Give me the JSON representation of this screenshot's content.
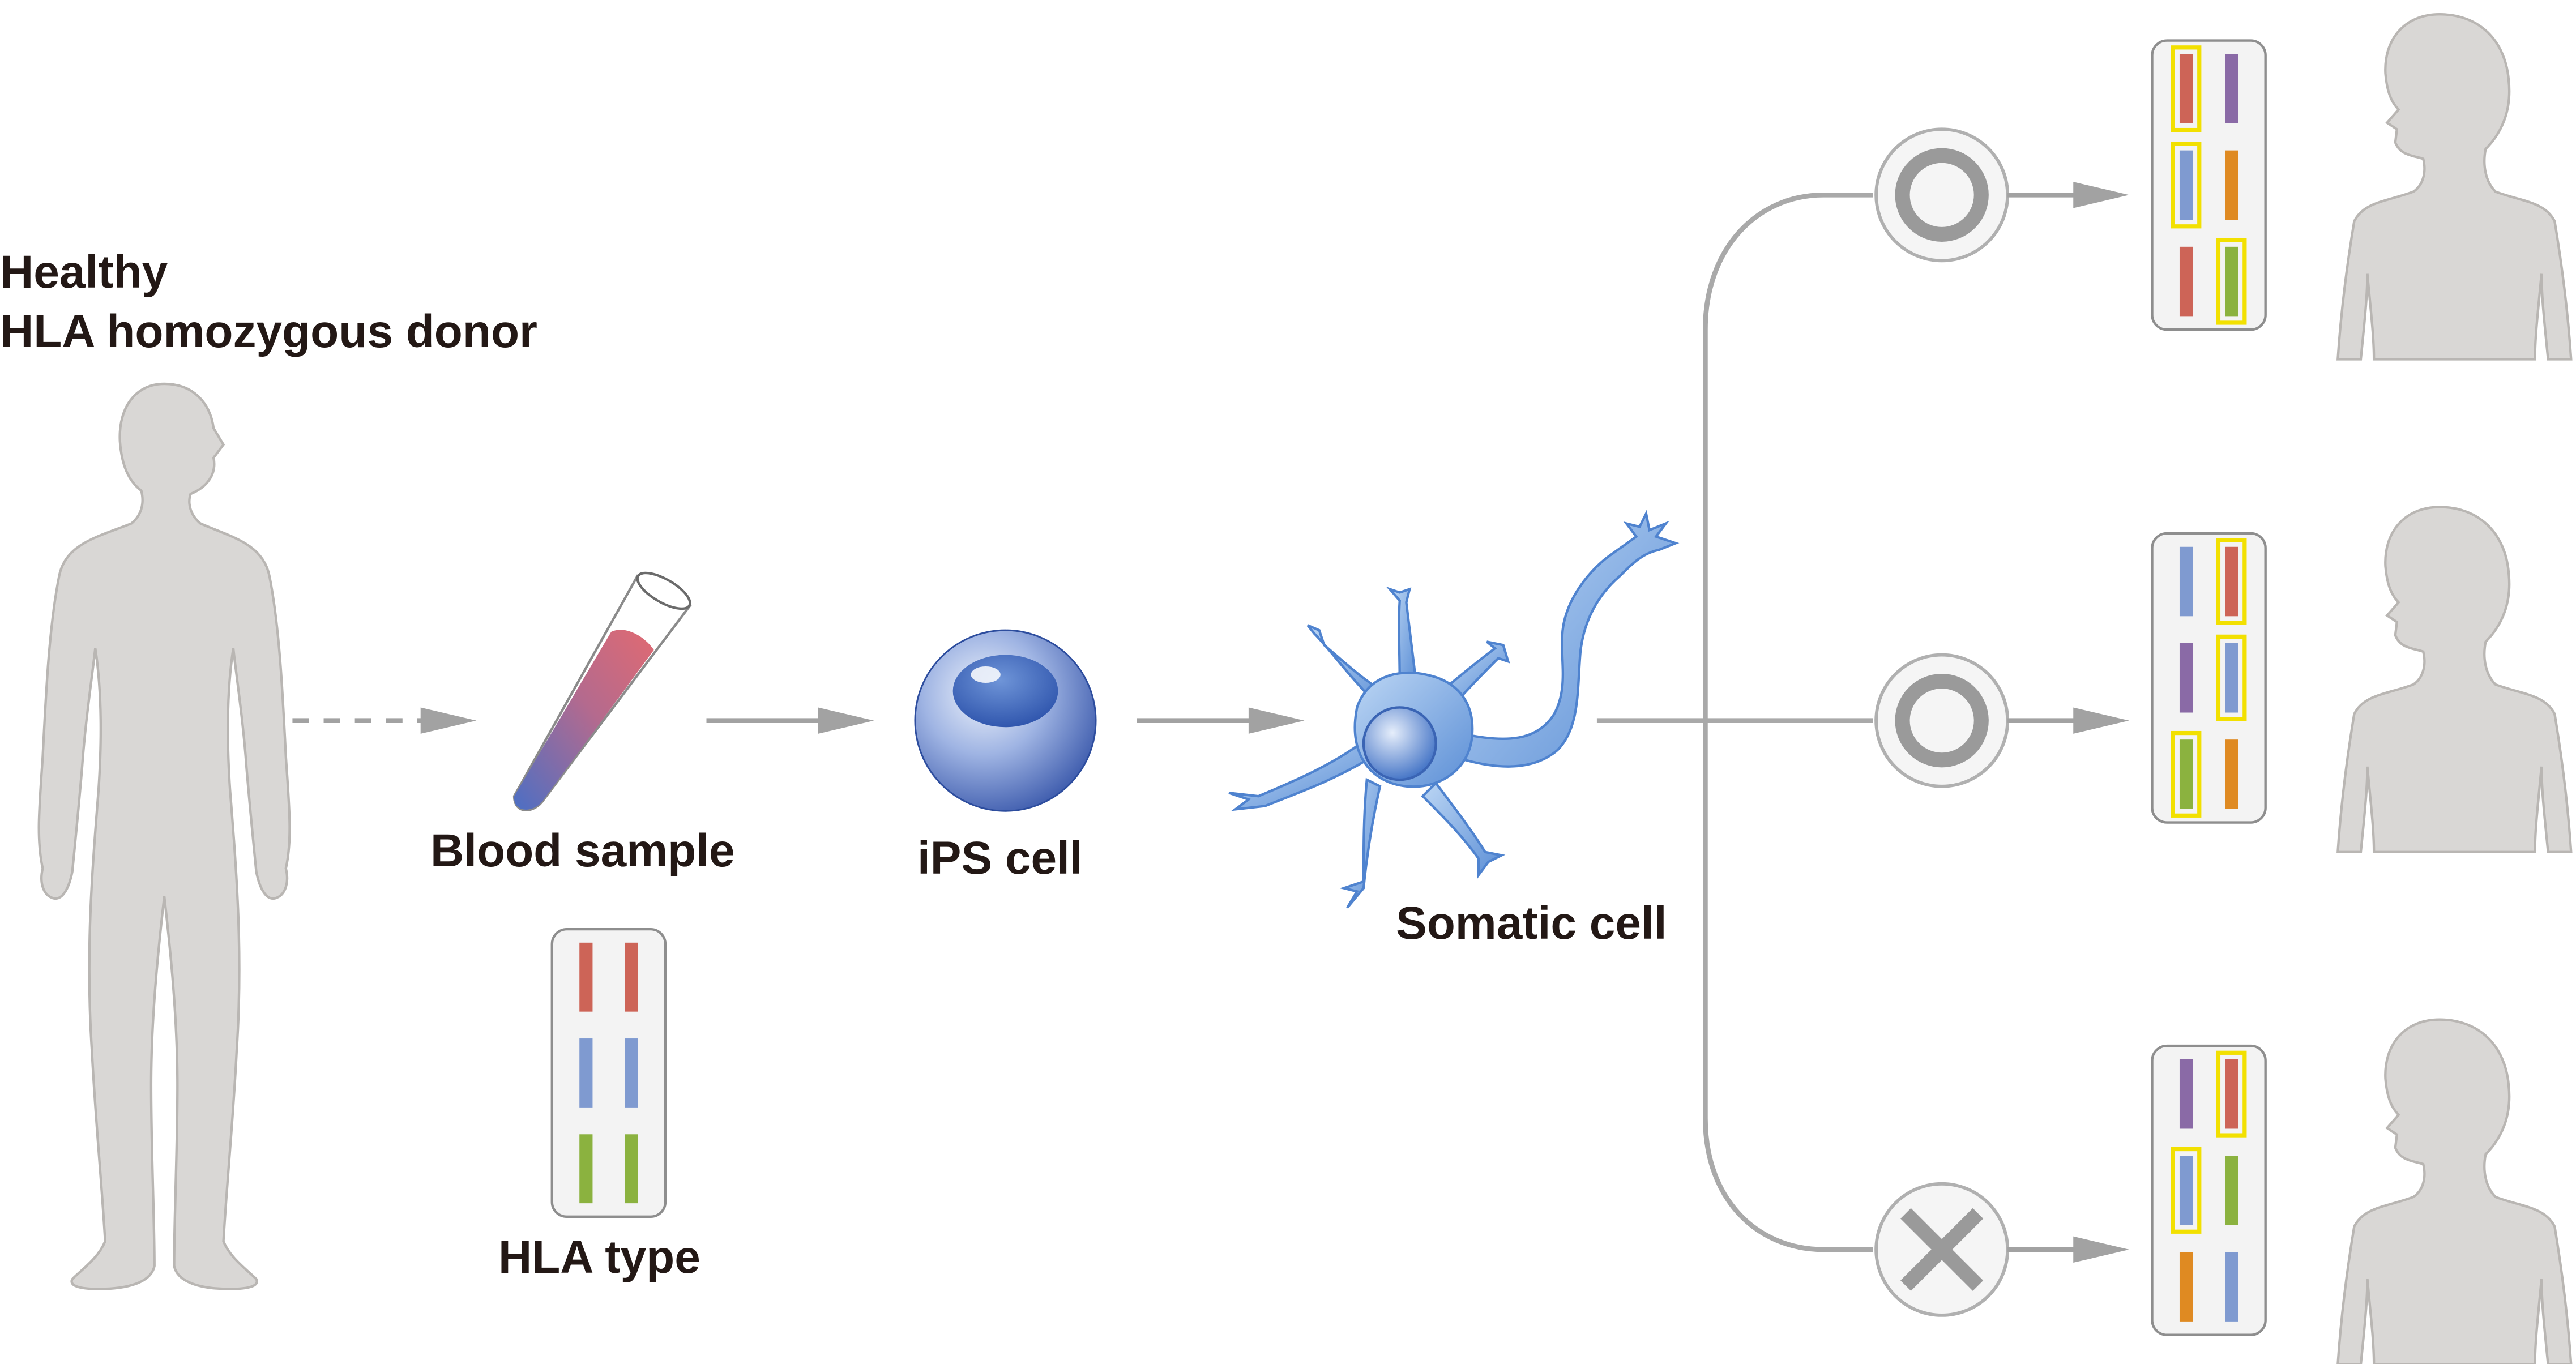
{
  "labels": {
    "donor_line1": "Healthy",
    "donor_line2": "HLA homozygous donor",
    "blood_sample": "Blood sample",
    "ips_cell": "iPS cell",
    "somatic_cell": "Somatic cell",
    "hla_type": "HLA type"
  },
  "colors": {
    "figure_gray": "#d9d7d5",
    "figure_outline": "#b9b6b3",
    "arrow_gray": "#a2a2a2",
    "line_gray": "#a9a9a9",
    "hla_red": "#cd6457",
    "hla_blue": "#7f9ad0",
    "hla_green": "#8bb23f",
    "hla_purple": "#8a6aa6",
    "hla_orange": "#df8a22",
    "highlight_yellow": "#f2e000",
    "cell_blue": "#3f64b8",
    "neuron_blue": "#6fa0dc"
  },
  "donor_hla": {
    "rows": [
      [
        "red",
        "red"
      ],
      [
        "blue",
        "blue"
      ],
      [
        "green",
        "green"
      ]
    ]
  },
  "recipients": [
    {
      "name": "recipient-1",
      "match": "compatible",
      "symbol": "circle-icon",
      "hla": [
        [
          "red",
          "purple"
        ],
        [
          "blue",
          "orange"
        ],
        [
          "red",
          "green"
        ]
      ],
      "highlight": [
        [
          true,
          false
        ],
        [
          true,
          false
        ],
        [
          false,
          true
        ]
      ]
    },
    {
      "name": "recipient-2",
      "match": "compatible",
      "symbol": "circle-icon",
      "hla": [
        [
          "blue",
          "red"
        ],
        [
          "purple",
          "blue"
        ],
        [
          "green",
          "orange"
        ]
      ],
      "highlight": [
        [
          false,
          true
        ],
        [
          false,
          true
        ],
        [
          true,
          false
        ]
      ]
    },
    {
      "name": "recipient-3",
      "match": "incompatible",
      "symbol": "cross-icon",
      "hla": [
        [
          "purple",
          "red"
        ],
        [
          "blue",
          "green"
        ],
        [
          "orange",
          "blue"
        ]
      ],
      "highlight": [
        [
          false,
          true
        ],
        [
          true,
          false
        ],
        [
          false,
          false
        ]
      ]
    }
  ]
}
